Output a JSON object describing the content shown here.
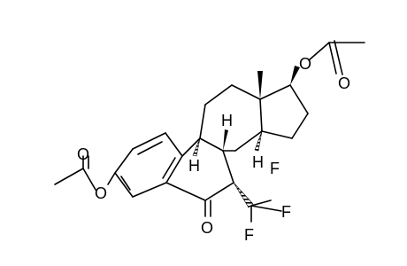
{
  "molecule": {
    "atom_labels": {
      "o_acetate_top_ester": "O",
      "o_acetate_top_carbonyl": "O",
      "o_acetate_left_ester": "O",
      "o_acetate_left_carbonyl": "O",
      "o_ketone": "O",
      "h_c9": "H",
      "h_c8": "H",
      "h_c14": "H",
      "f_1": "F",
      "f_2": "F",
      "f_3": "F"
    }
  }
}
